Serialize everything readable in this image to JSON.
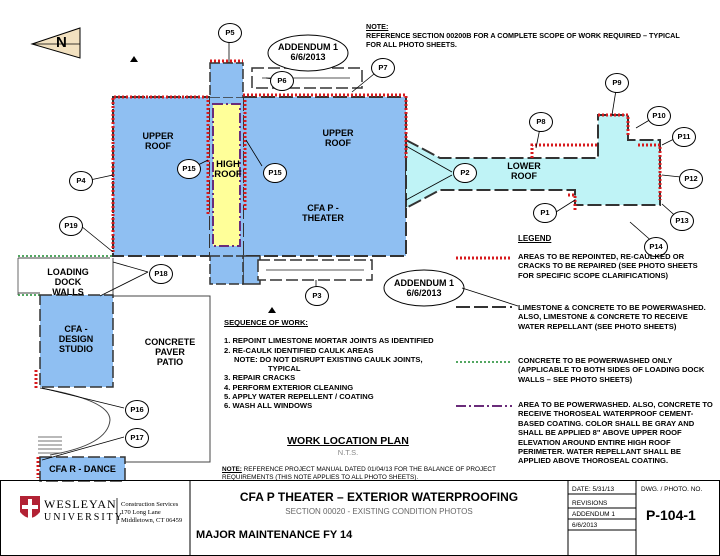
{
  "note": {
    "label": "NOTE:",
    "text": "REFERENCE SECTION 00200B FOR A COMPLETE SCOPE OF WORK REQUIRED – TYPICAL FOR ALL PHOTO SHEETS."
  },
  "north_label": "N",
  "areas": {
    "upper_roof_left": "UPPER\nROOF",
    "upper_roof_right": "UPPER\nROOF",
    "high_roof": "HIGH\nROOF",
    "theater": "CFA P -\nTHEATER",
    "lower_roof": "LOWER\nROOF",
    "loading_dock": "LOADING\nDOCK\nWALLS",
    "design_studio": "CFA -\nDESIGN\nSTUDIO",
    "paver_patio": "CONCRETE\nPAVER\nPATIO",
    "dance": "CFA R - DANCE"
  },
  "addenda": [
    {
      "title": "ADDENDUM 1",
      "date": "6/6/2013"
    },
    {
      "title": "ADDENDUM 1",
      "date": "6/6/2013"
    }
  ],
  "photo_markers": [
    "P1",
    "P2",
    "P3",
    "P4",
    "P5",
    "P6",
    "P7",
    "P8",
    "P9",
    "P10",
    "P11",
    "P12",
    "P13",
    "P14",
    "P15",
    "P15",
    "P16",
    "P17",
    "P18",
    "P19"
  ],
  "sequence": {
    "heading": "SEQUENCE OF WORK:",
    "items": [
      "1. REPOINT LIMESTONE MORTAR JOINTS AS IDENTIFIED",
      "2. RE-CAULK IDENTIFIED CAULK AREAS",
      "NOTE:  DO NOT DISRUPT EXISTING CAULK JOINTS,",
      "TYPICAL",
      "3. REPAIR CRACKS",
      "4. PERFORM EXTERIOR CLEANING",
      "5. APPLY WATER REPELLENT / COATING",
      "6. WASH ALL WINDOWS"
    ]
  },
  "legend": {
    "heading": "LEGEND",
    "items": [
      {
        "text": "AREAS TO BE REPOINTED, RE-CAULKED OR CRACKS TO BE REPAIRED (SEE PHOTO SHEETS FOR SPECIFIC SCOPE CLARIFICATIONS)",
        "color": "#d7191c"
      },
      {
        "text": "LIMESTONE & CONCRETE TO BE POWERWASHED.  ALSO, LIMESTONE & CONCRETE TO RECEIVE WATER REPELLANT (SEE PHOTO SHEETS)",
        "color": "#333333"
      },
      {
        "text": "CONCRETE TO BE POWERWASHED ONLY (APPLICABLE TO BOTH SIDES OF LOADING DOCK WALLS – SEE PHOTO SHEETS)",
        "color": "#1a8a2e"
      },
      {
        "text": "AREA TO BE POWERWASHED. ALSO, CONCRETE TO RECEIVE THOROSEAL WATERPROOF CEMENT-BASED COATING. COLOR SHALL BE GRAY AND SHALL BE APPLIED 8\" ABOVE UPPER ROOF ELEVATION AROUND ENTIRE HIGH ROOF PERIMETER. WATER REPELLANT SHALL BE APPLIED ABOVE THOROSEAL COATING.",
        "color": "#6a2c7a"
      }
    ]
  },
  "plan_title": "WORK LOCATION PLAN",
  "plan_scale": "N.T.S.",
  "bottom_note": {
    "label": "NOTE:",
    "text": "REFERENCE PROJECT MANUAL DATED 01/04/13 FOR THE BALANCE OF PROJECT REQUIREMENTS (THIS NOTE APPLIES TO ALL PHOTO SHEETS)."
  },
  "title_block": {
    "university_line1": "WESLEYAN",
    "university_line2": "UNIVERSITY",
    "dept": "Construction Services",
    "address1": "170 Long Lane",
    "address2": "Middletown, CT 06459",
    "project_title": "CFA P THEATER – EXTERIOR WATERPROOFING",
    "section": "SECTION 00020 - EXISTING CONDITION PHOTOS",
    "program": "MAJOR MAINTENANCE FY 14",
    "date": "DATE: 5/31/13",
    "revisions": "REVISIONS",
    "addendum": "ADDENDUM 1",
    "addendum_date": "6/6/2013",
    "dwg_label": "DWG. / PHOTO. NO.",
    "dwg_no": "P-104-1"
  },
  "colors": {
    "building_blue": "#8fbff2",
    "lower_roof": "#bff3f6",
    "high_roof": "#ffff99",
    "repoint_red": "#d7191c",
    "powerwash_dash": "#333333",
    "concrete_green": "#1a8a2e",
    "thoroseal_purple": "#6a2c7a",
    "logo_red": "#b22234"
  }
}
